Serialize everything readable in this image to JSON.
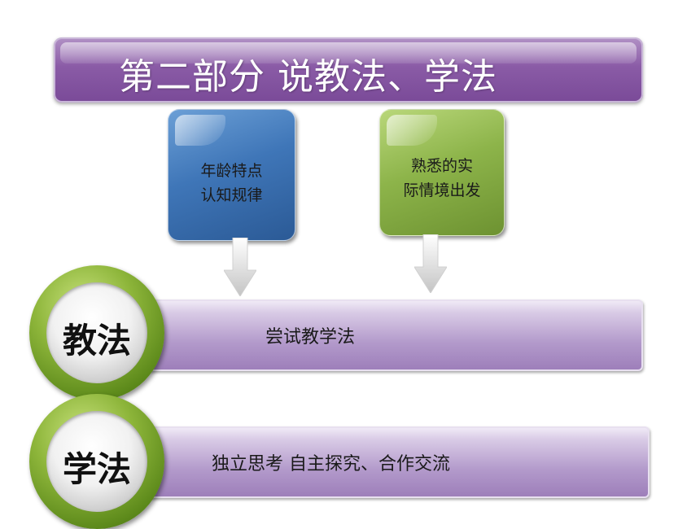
{
  "title": "第二部分  说教法、学法",
  "cards": [
    {
      "line1": "年龄特点",
      "line2": "认知规律"
    },
    {
      "line1": "熟悉的实",
      "line2": "际情境出发"
    }
  ],
  "rows": [
    {
      "badge": "教法",
      "text": "尝试教学法"
    },
    {
      "badge": "学法",
      "text": "独立思考  自主探究、合作交流"
    }
  ],
  "colors": {
    "title_purple": "#8a5ba6",
    "card_blue": "#3f76b8",
    "card_green": "#8db44a",
    "band_lavender": "#b39acb",
    "ring_green": "#8db53a"
  },
  "icons": [
    "down-arrow-icon",
    "down-arrow-icon"
  ]
}
